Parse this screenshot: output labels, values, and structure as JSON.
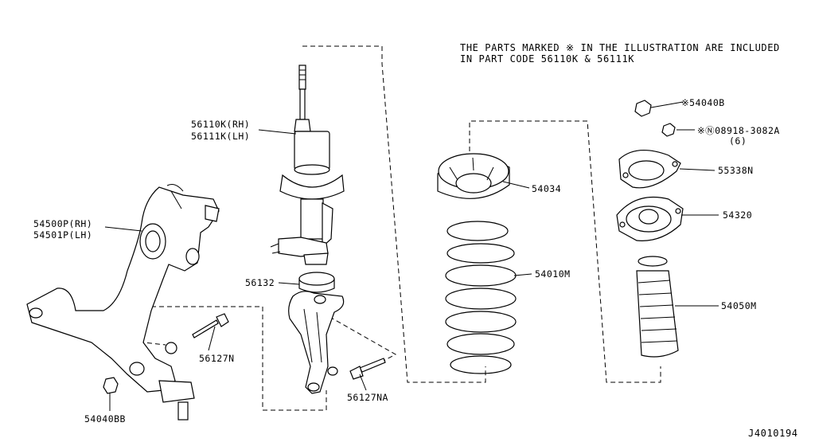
{
  "note": {
    "line1": "THE PARTS MARKED  ※  IN THE ILLUSTRATION ARE INCLUDED",
    "line2": "IN PART CODE 56110K & 56111K"
  },
  "labels": {
    "strut_rh": "56110K(RH)",
    "strut_lh": "56111K(LH)",
    "arm_rh": "54500P(RH)",
    "arm_lh": "54501P(LH)",
    "p56132": "56132",
    "p56127N": "56127N",
    "p56127NA": "56127NA",
    "p54040BB": "54040BB",
    "p54034": "54034",
    "p54010M": "54010M",
    "p54040B": "※54040B",
    "p08918": "※Ⓝ08918-3082A",
    "p08918_qty": "(6)",
    "p55338N": "55338N",
    "p54320": "54320",
    "p54050M": "54050M"
  },
  "diagram_code": "J4010194"
}
